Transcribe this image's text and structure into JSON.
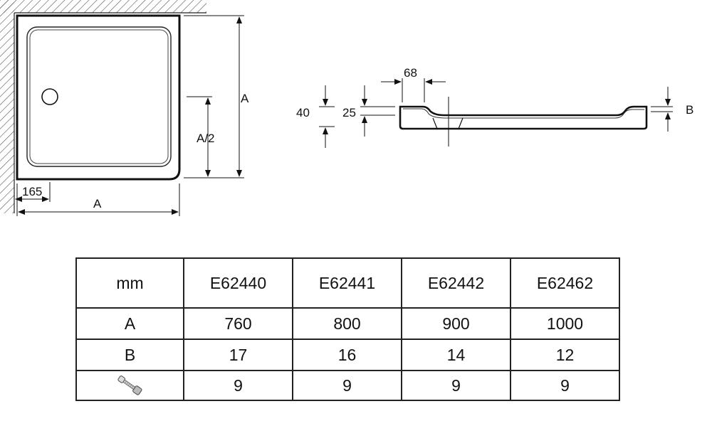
{
  "plan_view": {
    "dim_height": "A",
    "dim_half": "A/2",
    "dim_width": "A",
    "dim_offset": "165"
  },
  "section_view": {
    "dim_outlet": "68",
    "dim_total": "40",
    "dim_rim": "25",
    "dim_slope": "B"
  },
  "spec_table": {
    "header": [
      "mm",
      "E62440",
      "E62441",
      "E62442",
      "E62462"
    ],
    "rows": [
      {
        "label": "A",
        "values": [
          "760",
          "800",
          "900",
          "1000"
        ]
      },
      {
        "label": "B",
        "values": [
          "17",
          "16",
          "14",
          "12"
        ]
      },
      {
        "label_icon": "feet-screw-icon",
        "values": [
          "9",
          "9",
          "9",
          "9"
        ]
      }
    ]
  }
}
